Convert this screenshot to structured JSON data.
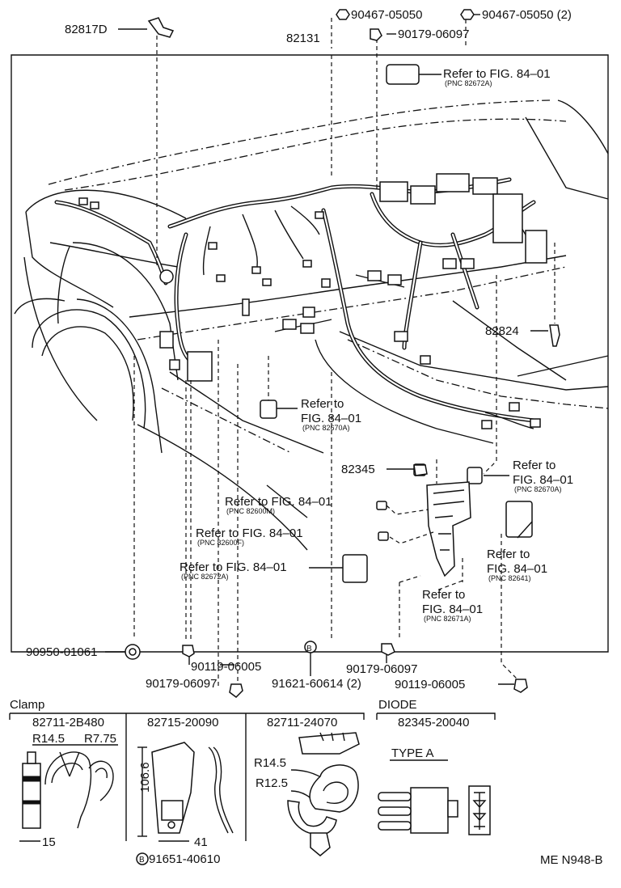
{
  "parts": {
    "clip_82817d": "82817D",
    "harness_82131": "82131",
    "bolt_90467_05050": "90467-05050",
    "bolt_90467_05050_2": "90467-05050 (2)",
    "clip_90179_06097_top": "90179-06097",
    "clamp_82824": "82824",
    "diode_82345": "82345",
    "grommet_90950_01061": "90950-01061",
    "clip_90179_06097_bottom_left": "90179-06097",
    "screw_90119_06005_left": "90119-06005",
    "bolt_91621_60614": "91621-60614 (2)",
    "clip_90179_06097_bottom_right": "90179-06097",
    "screw_90119_06005_right": "90119-06005"
  },
  "refs": {
    "r1": {
      "text": "Refer to FIG. 84–01",
      "pnc": "(PNC 82672A)"
    },
    "r2": {
      "line1": "Refer to",
      "line2": "FIG. 84–01",
      "pnc": "(PNC 82670A)"
    },
    "r3": {
      "line1": "Refer to",
      "line2": "FIG. 84–01",
      "pnc": "(PNC 82670A)"
    },
    "r4": {
      "text": "Refer to FIG. 84–01",
      "pnc": "(PNC 82600M)"
    },
    "r5": {
      "text": "Refer to FIG. 84–01",
      "pnc": "(PNC 82600F)"
    },
    "r6": {
      "text": "Refer to FIG. 84–01",
      "pnc": "(PNC 82672A)"
    },
    "r7": {
      "line1": "Refer to",
      "line2": "FIG. 84–01",
      "pnc": "(PNC 82641)"
    },
    "r8": {
      "line1": "Refer to",
      "line2": "FIG. 84–01",
      "pnc": "(PNC 82671A)"
    }
  },
  "callout_b": "B",
  "clamp": {
    "heading": "Clamp",
    "part1": "82711-2B480",
    "r145": "R14.5",
    "r775": "R7.75",
    "dim15": "15",
    "part2": "82715-20090",
    "dim1066": "106.6",
    "dim41": "41",
    "part3": "82711-24070",
    "r145b": "R14.5",
    "r125": "R12.5",
    "bolt": "91651-40610"
  },
  "diode": {
    "heading": "DIODE",
    "part": "82345-20040",
    "type": "TYPE A"
  },
  "drawing_code": "ME N948-B"
}
